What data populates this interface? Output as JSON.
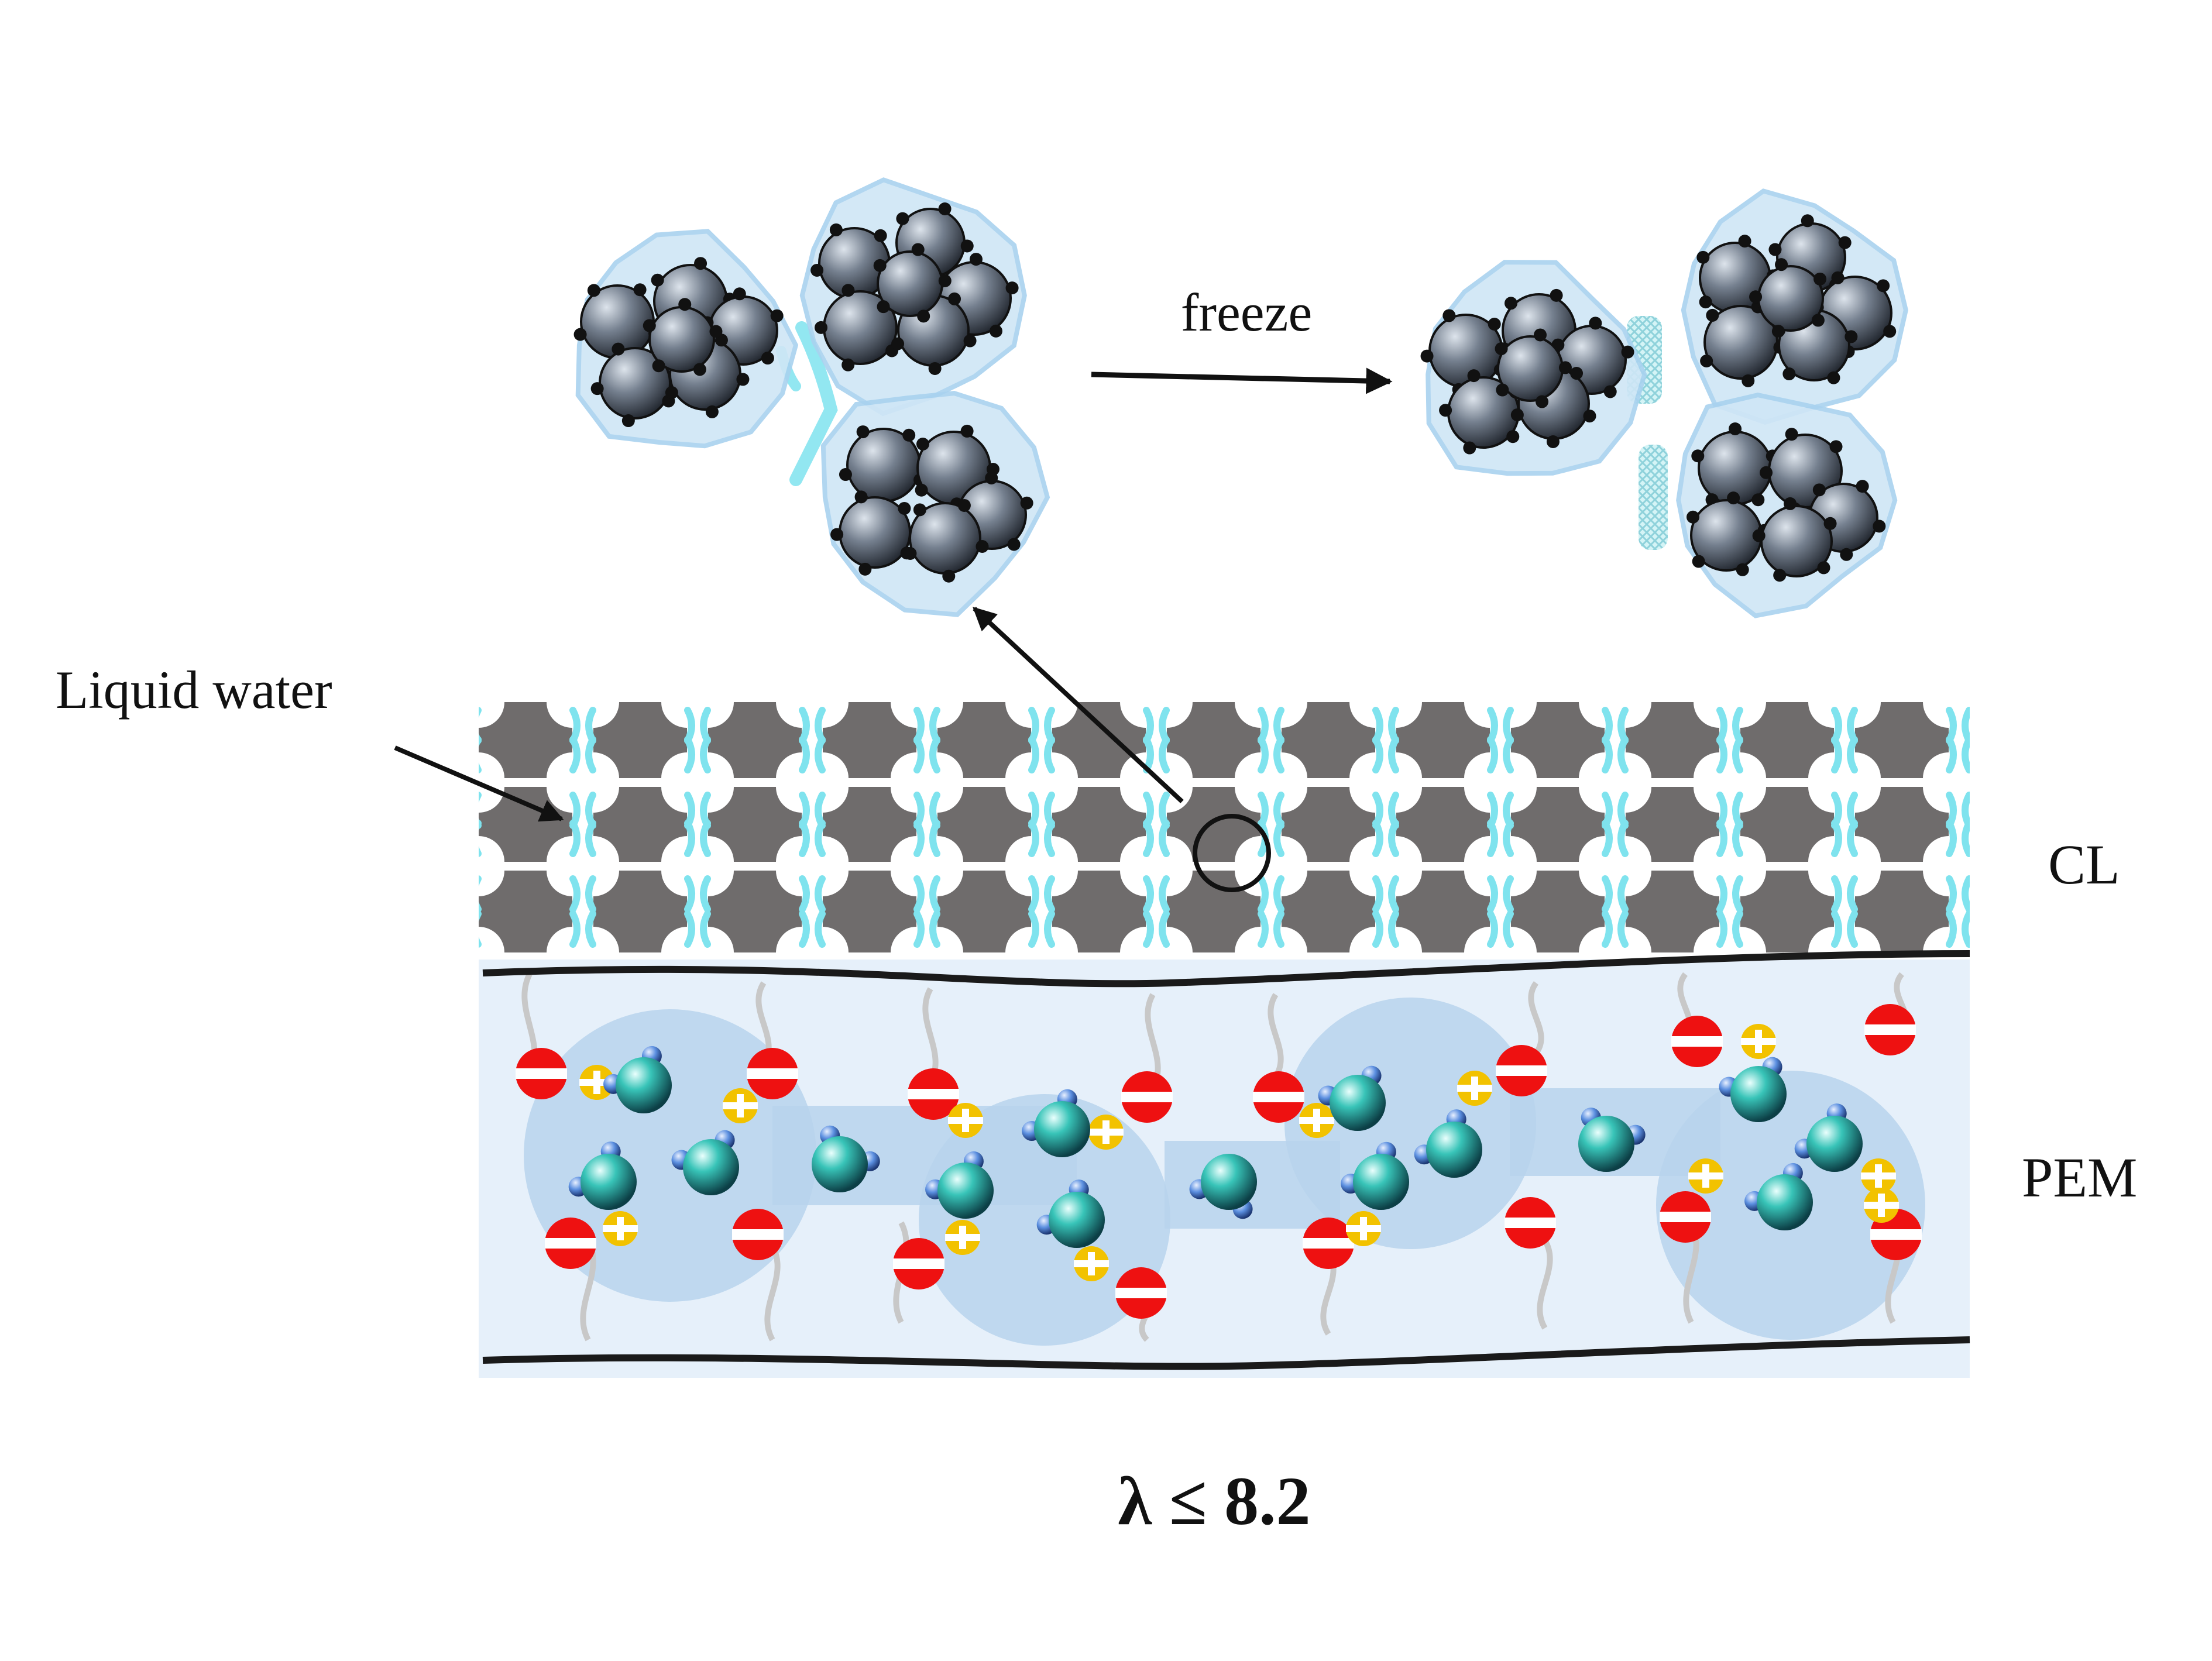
{
  "labels": {
    "freeze": "freeze",
    "liquid_water": "Liquid water",
    "cl": "CL",
    "pem": "PEM",
    "condition": "λ ≤ 8.2"
  },
  "colors": {
    "background": "#ffffff",
    "carbon_block": "#6f6c6c",
    "liquid_water": "#7fe3ee",
    "ionomer_film": "#cfe6f6",
    "pem_band": "#e6f0fa",
    "water_channel": "#b7d3ec",
    "sulfonate_negative": "#ee1111",
    "proton_positive": "#f2c200",
    "water_molecule": "#33b8b0",
    "hydrogen_atom": "#4477cc",
    "polymer_backbone": "#1a1a1a",
    "side_chain": "#c8c8c8",
    "arrow": "#111111"
  },
  "icons": {
    "negative_charge": "minus-circle-icon",
    "positive_charge": "plus-circle-icon",
    "water": "water-molecule-icon",
    "carbon_particle": "carbon-sphere-icon"
  }
}
